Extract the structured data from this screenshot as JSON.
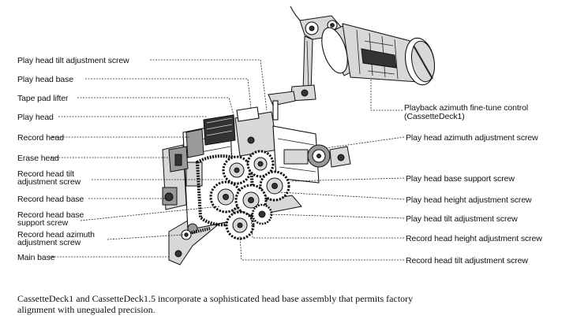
{
  "labels_left": [
    "Play head tilt adjustment screw",
    "Play head base",
    "Tape pad lifter",
    "Play head",
    "Record head",
    "Erase head",
    "Record head tilt",
    "adjustment screw",
    "Record head base",
    "Record head base",
    "support screw",
    "Record head azimuth",
    "adjustment screw",
    "Main base"
  ],
  "labels_right": [
    "Playback azimuth fine-tune control",
    "(CassetteDeck1)",
    "Play head azimuth adjustment screw",
    "Play head base support screw",
    "Play head height adjustment screw",
    "Play head tilt adjustment screw",
    "Record head height adjustment screw",
    "Record head tilt adjustment screw"
  ],
  "caption": "CassetteDeck1 and CassetteDeck1.5 incorporate a sophisticated head base assembly that permits factory alignment with unegualed precision."
}
